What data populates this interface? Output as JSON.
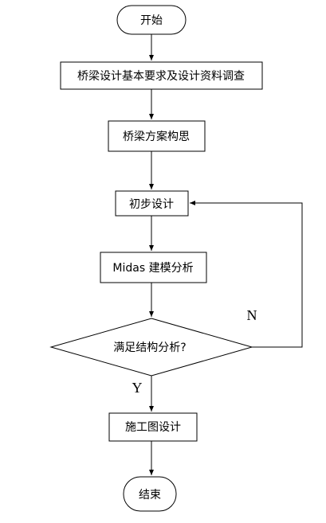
{
  "flowchart": {
    "start": "开始",
    "step1": "桥梁设计基本要求及设计资料调查",
    "step2": "桥梁方案构思",
    "step3": "初步设计",
    "step4": "Midas 建模分析",
    "decision": "满足结构分析?",
    "label_no": "N",
    "label_yes": "Y",
    "step5": "施工图设计",
    "end": "结束"
  }
}
